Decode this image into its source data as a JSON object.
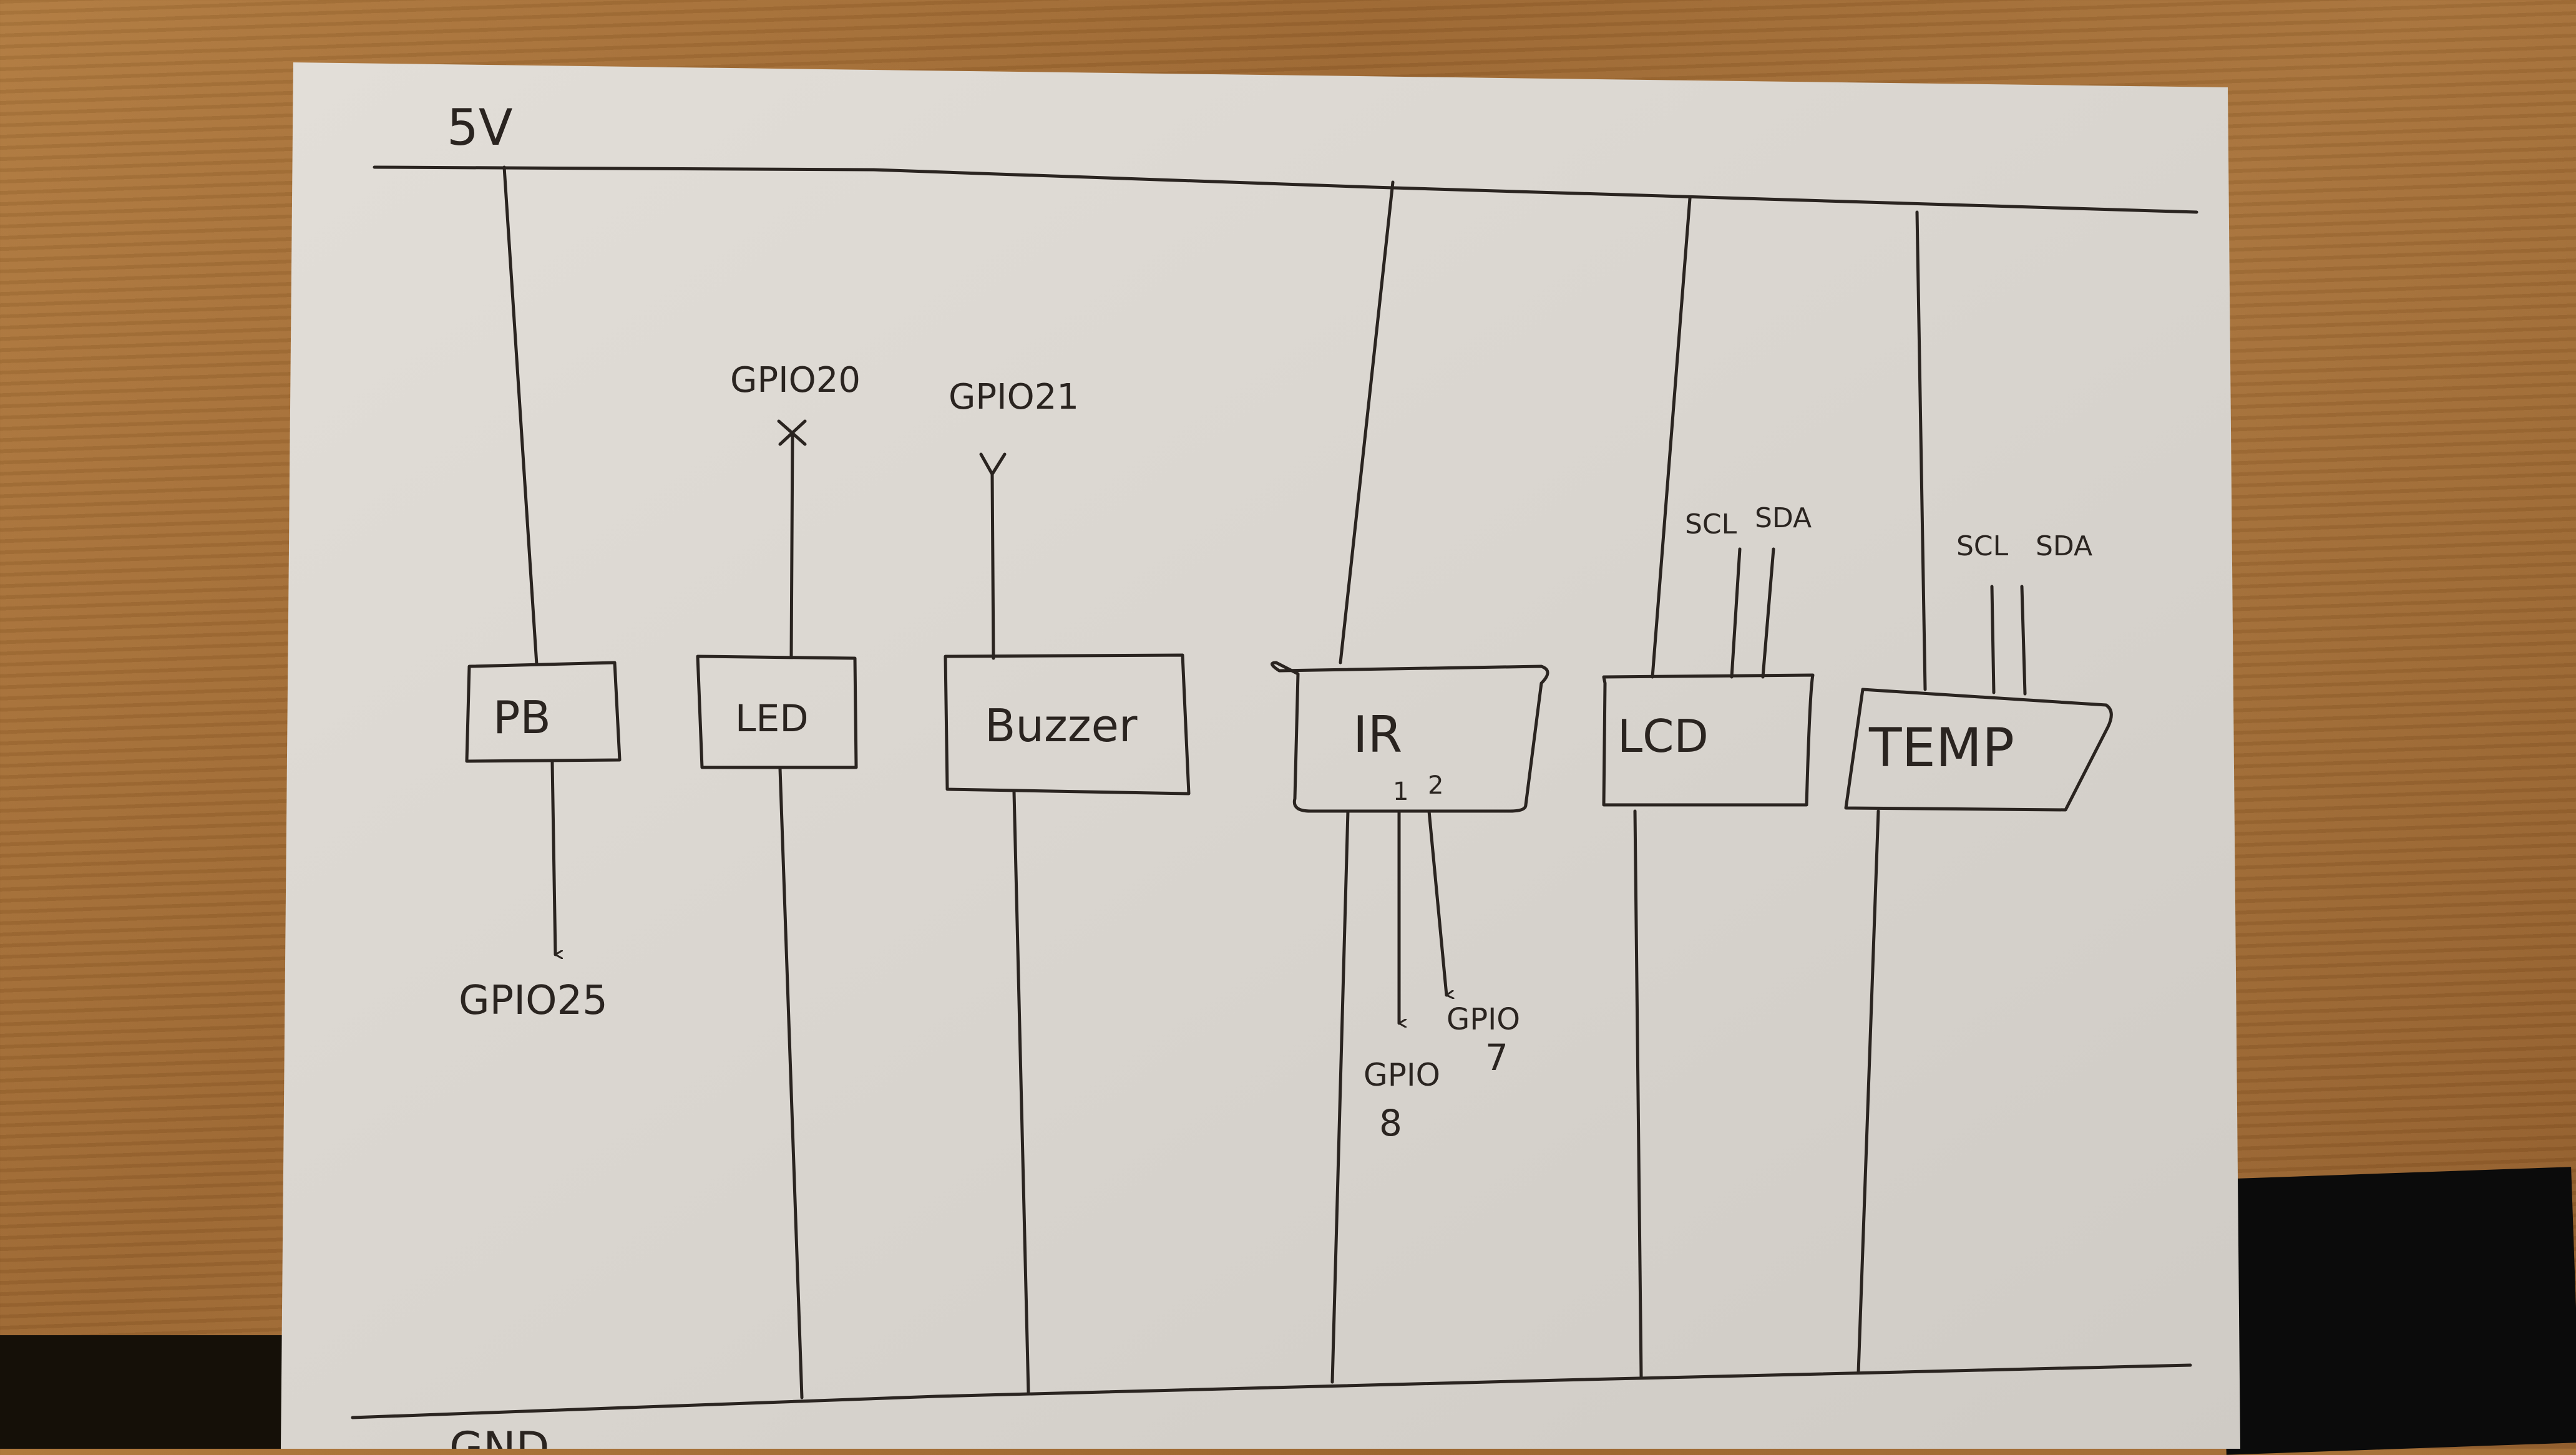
{
  "rails": {
    "top_label": "5V",
    "bottom_label": "GND"
  },
  "components": [
    {
      "id": "pb",
      "label": "PB"
    },
    {
      "id": "led",
      "label": "LED"
    },
    {
      "id": "buzzer",
      "label": "Buzzer"
    },
    {
      "id": "ir",
      "label": "IR",
      "pins": [
        "1",
        "2"
      ]
    },
    {
      "id": "lcd",
      "label": "LCD"
    },
    {
      "id": "temp",
      "label": "TEMP"
    }
  ],
  "signals": {
    "pb_out": "GPIO25",
    "led_in": "GPIO20",
    "buzzer_in": "GPIO21",
    "ir_pin1_line1": "GPIO",
    "ir_pin1_line2": "8",
    "ir_pin2_line1": "GPIO",
    "ir_pin2_line2": "7",
    "lcd_scl": "SCL",
    "lcd_sda": "SDA",
    "temp_scl": "SCL",
    "temp_sda": "SDA"
  },
  "colors": {
    "ink": "#2a2420",
    "paper": "#ddd9d2",
    "wood": "#a06a34"
  }
}
